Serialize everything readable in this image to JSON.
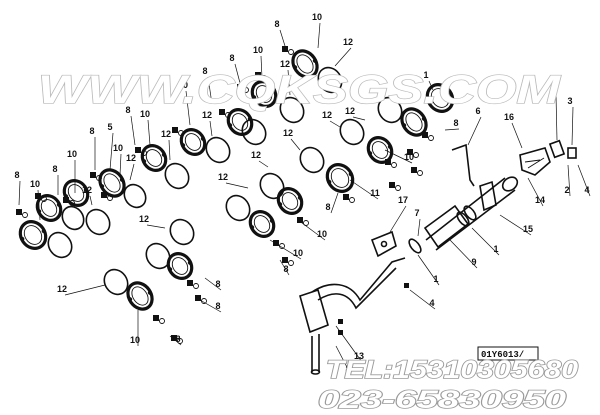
{
  "watermark": {
    "text": "WWW.CQKSGS.COM"
  },
  "contact": {
    "phone": "TEL:15310305680",
    "landline": "023-65830950"
  },
  "reference_box": {
    "text": "01Y6013/"
  },
  "callout_numbers": [
    "1",
    "2",
    "3",
    "4",
    "5",
    "6",
    "7",
    "8",
    "9",
    "10",
    "11",
    "12",
    "13",
    "14",
    "15",
    "16",
    "17"
  ],
  "colors": {
    "ink": "#111111",
    "watermark_outline": "#b9b9b9",
    "background": "#ffffff"
  }
}
